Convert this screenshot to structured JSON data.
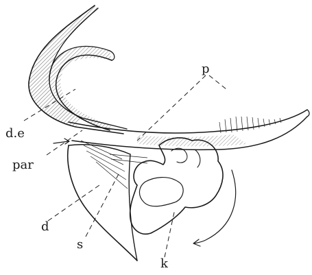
{
  "labels": {
    "de": "d.e",
    "par": "par",
    "p": "p",
    "d": "d",
    "s": "s",
    "k": "k"
  }
}
